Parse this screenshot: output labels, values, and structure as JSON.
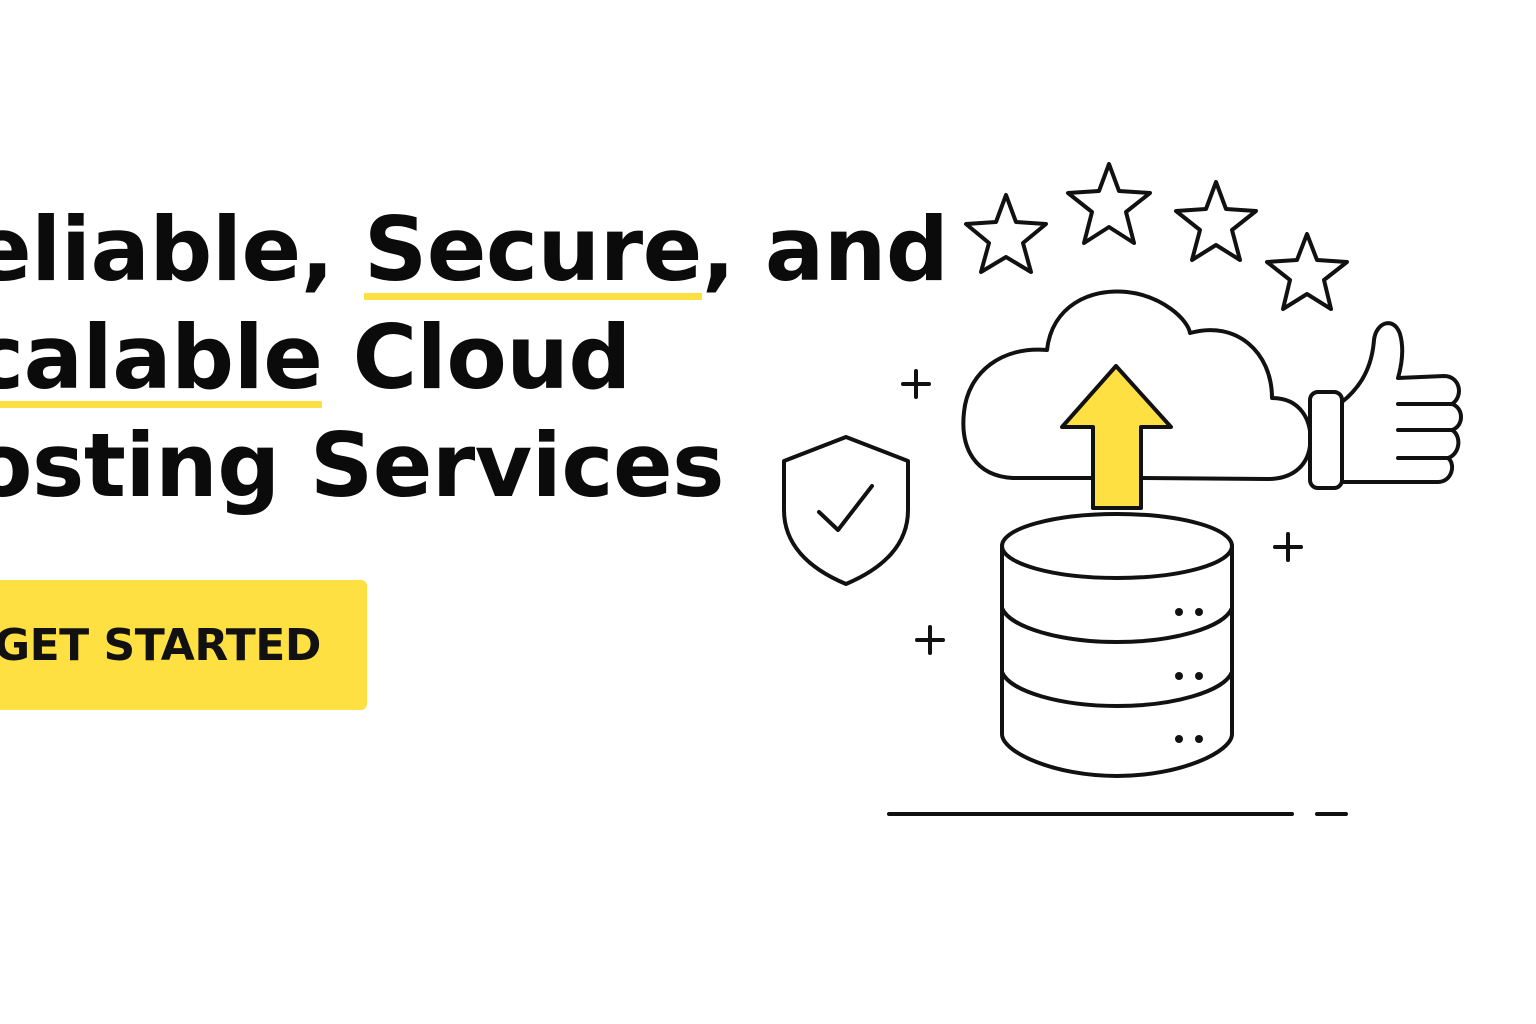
{
  "hero": {
    "headline": {
      "line1": {
        "part1": "eliable, ",
        "highlight": "Secure",
        "part2": ", and"
      },
      "line2": {
        "highlight": "calable",
        "part2": " Cloud"
      },
      "line3": {
        "text": "osting Services"
      }
    },
    "cta": {
      "label": "GET STARTED"
    }
  },
  "illustration": {
    "icons": [
      "star-icon",
      "star-icon",
      "star-icon",
      "star-icon",
      "cloud-icon",
      "upload-arrow-icon",
      "database-icon",
      "shield-check-icon",
      "thumbs-up-icon",
      "plus-icon",
      "plus-icon",
      "plus-icon",
      "plus-icon"
    ]
  },
  "colors": {
    "accent": "#ffe042",
    "text": "#0b0b0b",
    "background": "#ffffff",
    "stroke": "#111111"
  }
}
